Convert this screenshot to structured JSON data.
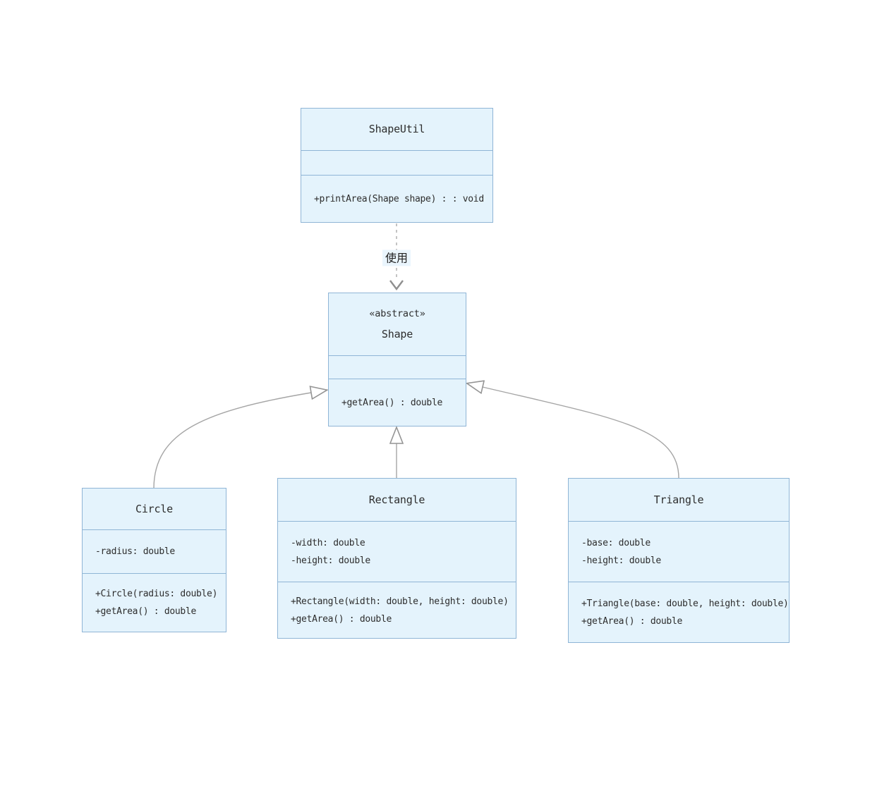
{
  "diagram": {
    "classes": {
      "shapeutil": {
        "name": "ShapeUtil",
        "attributes": [],
        "methods": [
          "+printArea(Shape shape) : : void"
        ]
      },
      "shape": {
        "stereotype": "«abstract»",
        "name": "Shape",
        "attributes": [],
        "methods": [
          "+getArea() : double"
        ]
      },
      "circle": {
        "name": "Circle",
        "attributes": [
          "-radius: double"
        ],
        "methods": [
          "+Circle(radius: double)",
          "+getArea() : double"
        ]
      },
      "rectangle": {
        "name": "Rectangle",
        "attributes": [
          "-width: double",
          "-height: double"
        ],
        "methods": [
          "+Rectangle(width: double, height: double)",
          "+getArea() : double"
        ]
      },
      "triangle": {
        "name": "Triangle",
        "attributes": [
          "-base: double",
          "-height: double"
        ],
        "methods": [
          "+Triangle(base: double, height: double)",
          "+getArea() : double"
        ]
      }
    },
    "relationships": [
      {
        "from": "ShapeUtil",
        "to": "Shape",
        "type": "dependency",
        "label": "使用"
      },
      {
        "from": "Circle",
        "to": "Shape",
        "type": "inheritance"
      },
      {
        "from": "Rectangle",
        "to": "Shape",
        "type": "inheritance"
      },
      {
        "from": "Triangle",
        "to": "Shape",
        "type": "inheritance"
      }
    ],
    "colors": {
      "node_fill": "#e4f3fc",
      "node_border": "#8fb5d6",
      "edge_line": "#a5a5a5",
      "arrowhead_stroke": "#949494",
      "text": "#2d2d2d",
      "label_bg": "#eaf5fd"
    }
  }
}
